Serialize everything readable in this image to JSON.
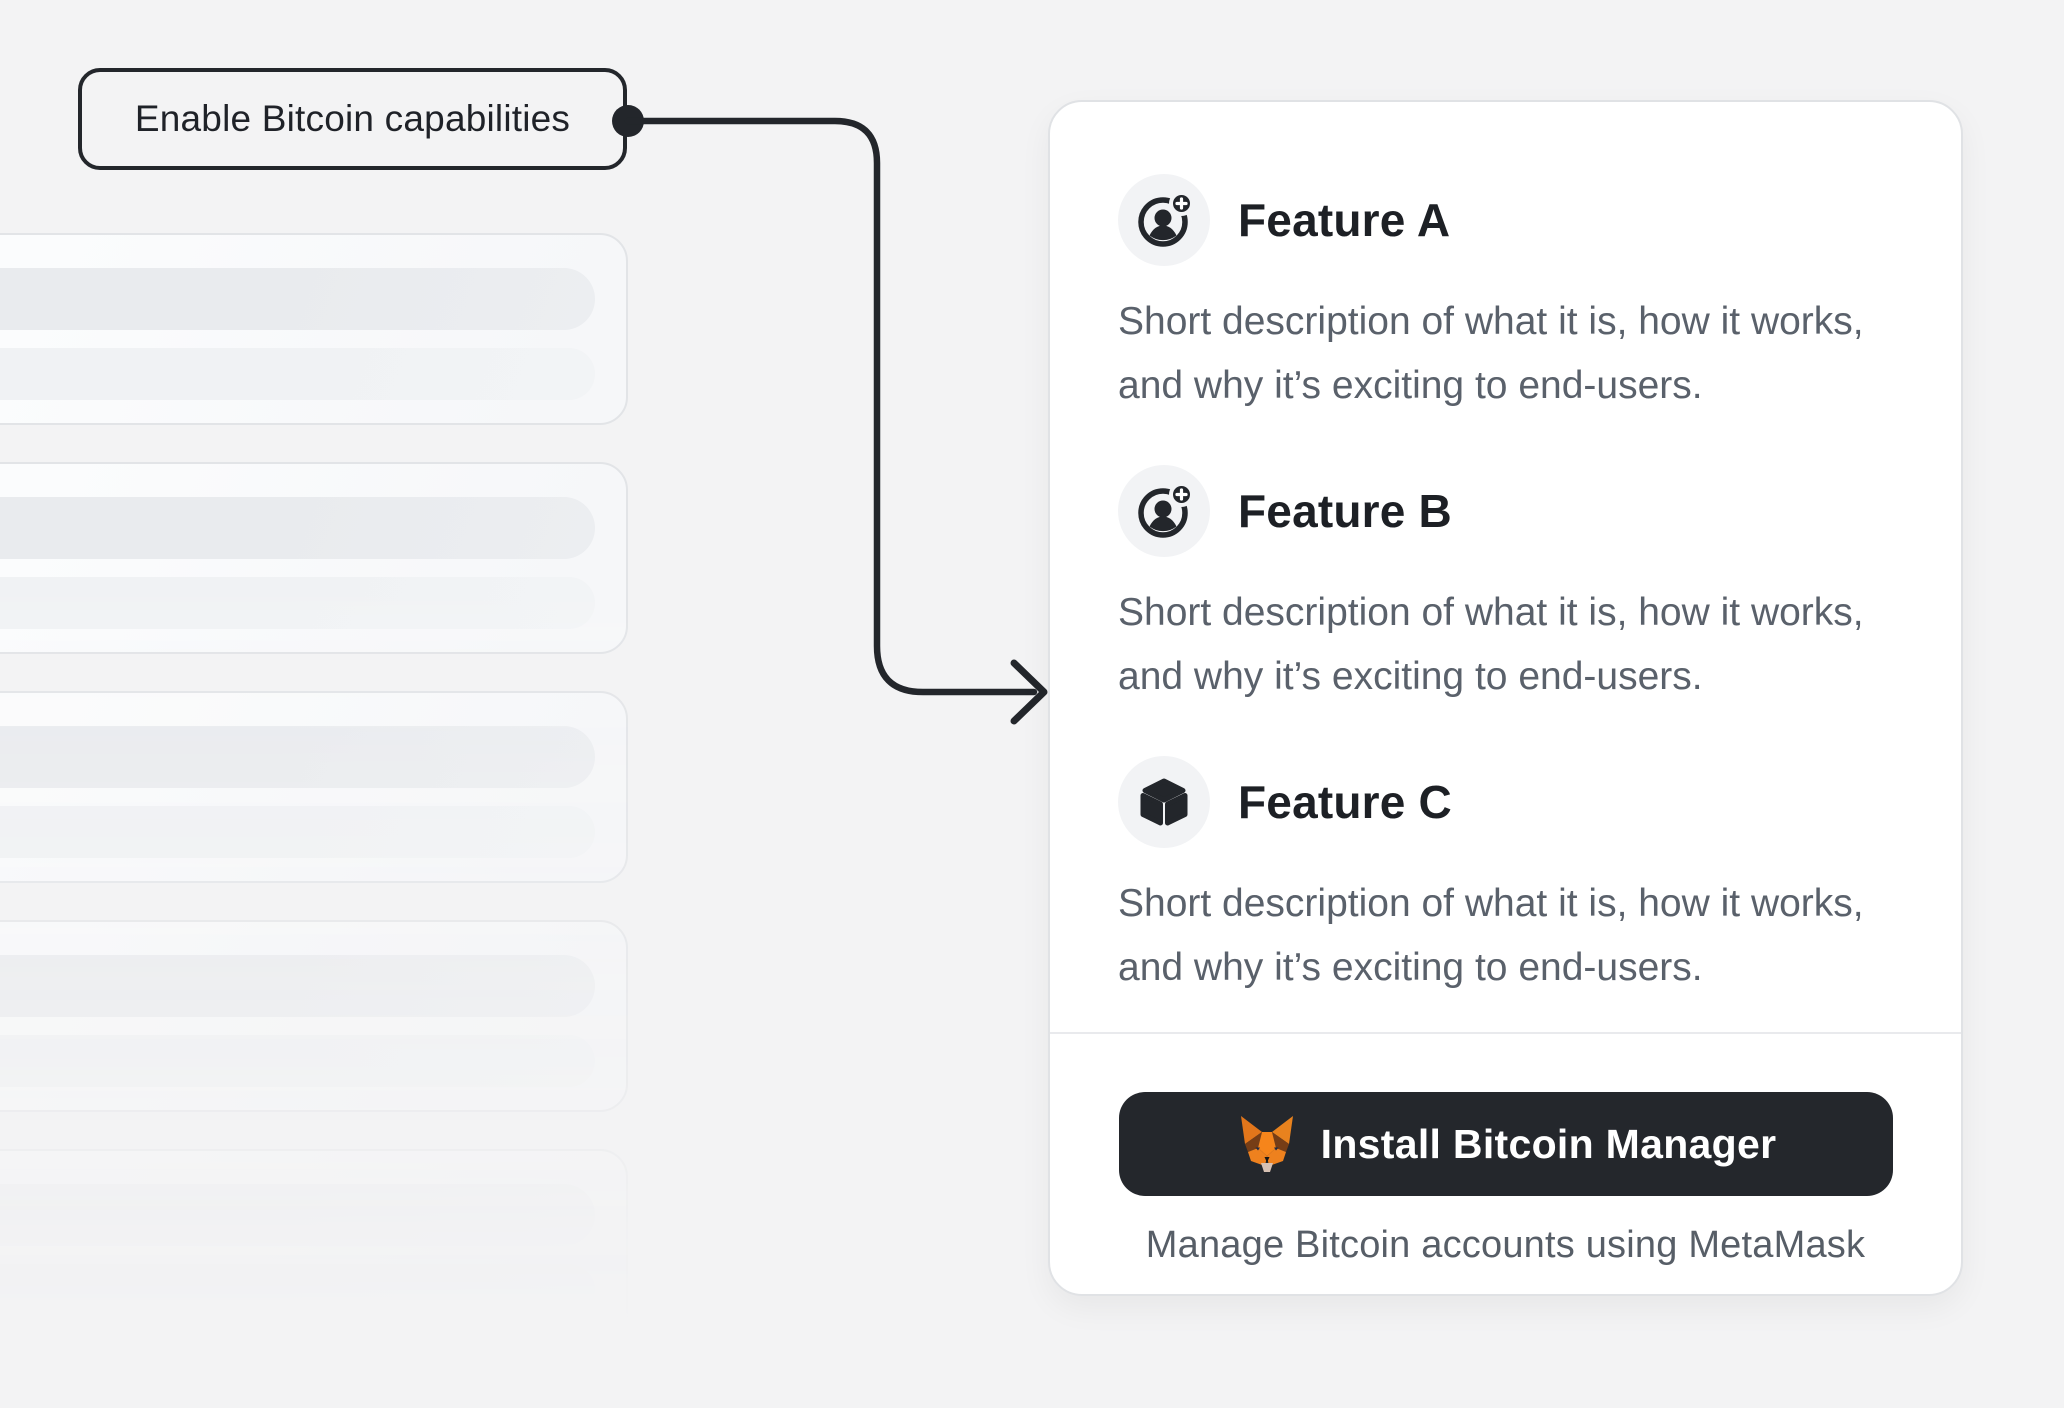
{
  "callout": {
    "label": "Enable Bitcoin capabilities"
  },
  "skeleton": {
    "card_count": 5,
    "bars_per_card": 2
  },
  "feature_card": {
    "features": [
      {
        "icon": "account-add-icon",
        "title": "Feature A",
        "description": "Short description of what it is, how it works, and why it’s exciting to end-users."
      },
      {
        "icon": "account-add-icon",
        "title": "Feature B",
        "description": "Short description of what it is, how it works, and why it’s exciting to end-users."
      },
      {
        "icon": "cube-icon",
        "title": "Feature C",
        "description": "Short description of what it is, how it works, and why it’s exciting to end-users."
      }
    ],
    "footer": {
      "install_button": {
        "icon": "metamask-fox-icon",
        "label": "Install Bitcoin Manager"
      },
      "caption": "Manage Bitcoin accounts using MetaMask"
    }
  },
  "colors": {
    "background": "#f3f3f4",
    "ink": "#23262b",
    "title_text": "#1d2025",
    "body_text": "#5a616b",
    "button_bg": "#24272c",
    "card_border": "#e0e2e5",
    "metamask_orange": "#f6851b",
    "metamask_dark_orange": "#e2761b",
    "metamask_brown": "#763d16",
    "metamask_snout": "#d7c1b3"
  }
}
